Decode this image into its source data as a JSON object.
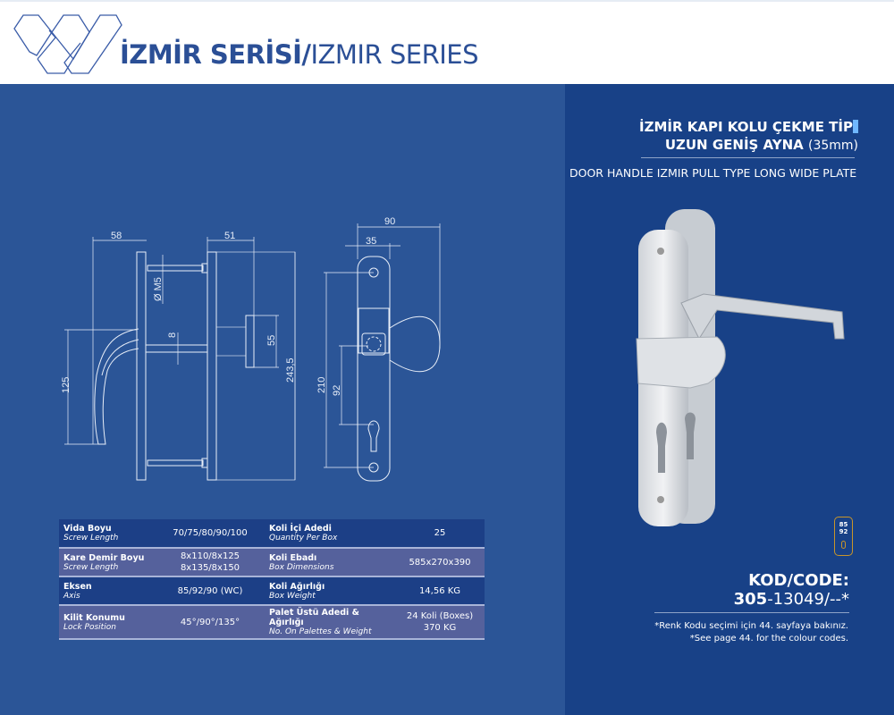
{
  "header": {
    "title_bold": "İZMİR SERİSİ/",
    "title_light": "IZMIR SERIES"
  },
  "drawing": {
    "dims": {
      "d58": "58",
      "d51": "51",
      "d90": "90",
      "d35": "35",
      "m5": "Ø M5",
      "d8": "8",
      "d55": "55",
      "d243": "243,5",
      "d125": "125",
      "d210": "210",
      "d92": "92"
    }
  },
  "product": {
    "title_line1": "İZMİR KAPI KOLU ÇEKME TİP",
    "title_line2": "UZUN GENİŞ AYNA",
    "title_mm": "(35mm)",
    "subtitle": "DOOR HANDLE IZMIR PULL TYPE  LONG WIDE PLATE",
    "badge_top": "85",
    "badge_bottom": "92",
    "code_label": "KOD/CODE:",
    "code_prefix": "305",
    "code_rest": "-13049/--*",
    "note_tr": "*Renk Kodu seçimi için 44. sayfaya bakınız.",
    "note_en": "*See page 44. for the colour codes."
  },
  "specs": [
    {
      "label_tr": "Vida Boyu",
      "label_en": "Screw Length",
      "value": "70/75/80/90/100",
      "label2_tr": "Koli İçi Adedi",
      "label2_en": "Quantity Per Box",
      "value2": "25"
    },
    {
      "label_tr": "Kare Demir Boyu",
      "label_en": "Screw Length",
      "value": "8x110/8x125",
      "value_b": "8x135/8x150",
      "label2_tr": "Koli Ebadı",
      "label2_en": "Box Dimensions",
      "value2": "585x270x390"
    },
    {
      "label_tr": "Eksen",
      "label_en": "Axis",
      "value": "85/92/90 (WC)",
      "label2_tr": "Koli Ağırlığı",
      "label2_en": "Box Weight",
      "value2": "14,56 KG"
    },
    {
      "label_tr": "Kilit Konumu",
      "label_en": "Lock Position",
      "value": "45°/90°/135°",
      "label2_tr": "Palet Üstü Adedi & Ağırlığı",
      "label2_en": "No. On Palettes & Weight",
      "value2": "24 Koli (Boxes)",
      "value2_b": "370 KG"
    }
  ]
}
